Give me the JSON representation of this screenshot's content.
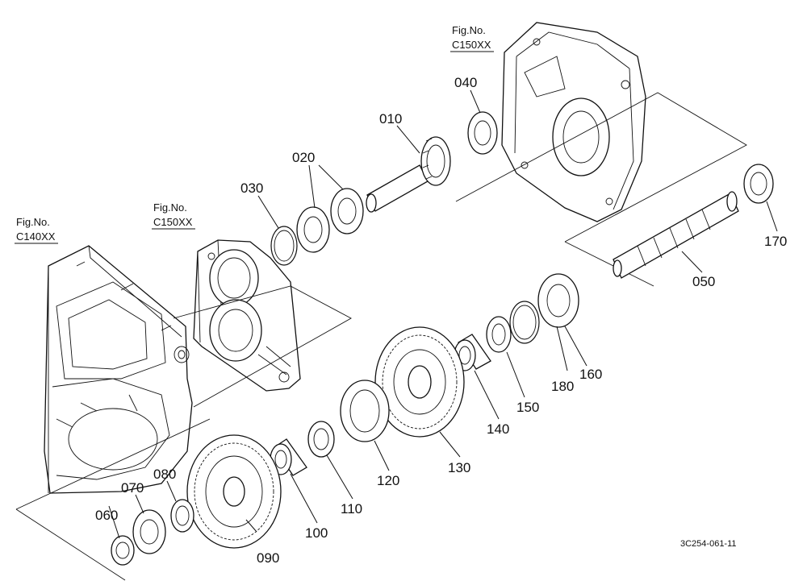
{
  "parts": [
    {
      "id": "p010",
      "label": "010"
    },
    {
      "id": "p020",
      "label": "020"
    },
    {
      "id": "p030",
      "label": "030"
    },
    {
      "id": "p040",
      "label": "040"
    },
    {
      "id": "p050",
      "label": "050"
    },
    {
      "id": "p060",
      "label": "060"
    },
    {
      "id": "p070",
      "label": "070"
    },
    {
      "id": "p080",
      "label": "080"
    },
    {
      "id": "p090",
      "label": "090"
    },
    {
      "id": "p100",
      "label": "100"
    },
    {
      "id": "p110",
      "label": "110"
    },
    {
      "id": "p120",
      "label": "120"
    },
    {
      "id": "p130",
      "label": "130"
    },
    {
      "id": "p140",
      "label": "140"
    },
    {
      "id": "p150",
      "label": "150"
    },
    {
      "id": "p160",
      "label": "160"
    },
    {
      "id": "p170",
      "label": "170"
    },
    {
      "id": "p180",
      "label": "180"
    }
  ],
  "fig_refs": {
    "top_right": {
      "caption": "Fig.No.",
      "number": "C150XX"
    },
    "middle": {
      "caption": "Fig.No.",
      "number": "C150XX"
    },
    "left": {
      "caption": "Fig.No.",
      "number": "C140XX"
    }
  },
  "drawing_code": "3C254-061-11"
}
